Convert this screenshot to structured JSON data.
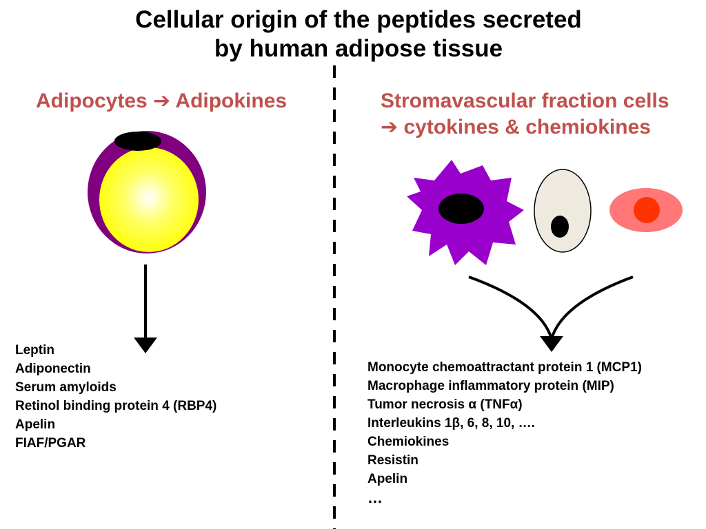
{
  "title": {
    "line1": "Cellular origin of the peptides secreted",
    "line2": "by human adipose tissue"
  },
  "left": {
    "heading": "Adipocytes ➔ Adipokines",
    "items": [
      "Leptin",
      "Adiponectin",
      "Serum amyloids",
      "Retinol binding protein 4 (RBP4)",
      "Apelin",
      "FIAF/PGAR"
    ]
  },
  "right": {
    "heading_line1": "Stromavascular fraction cells",
    "heading_line2": "➔ cytokines & chemiokines",
    "items": [
      "Monocyte chemoattractant protein 1 (MCP1)",
      "Macrophage inflammatory protein (MIP)",
      "Tumor necrosis α (TNFα)",
      "Interleukins 1β, 6, 8, 10, ….",
      "Chemiokines",
      "Resistin",
      "Apelin",
      "…"
    ]
  },
  "colors": {
    "heading": "#c0504d",
    "adipocyte_membrane": "#800080",
    "lipid_droplet": "#ffff00",
    "macrophage": "#9900cc",
    "preadipocyte": "#eeeae0",
    "red_cell_outer": "#ff7777",
    "red_cell_inner": "#ff3300"
  }
}
